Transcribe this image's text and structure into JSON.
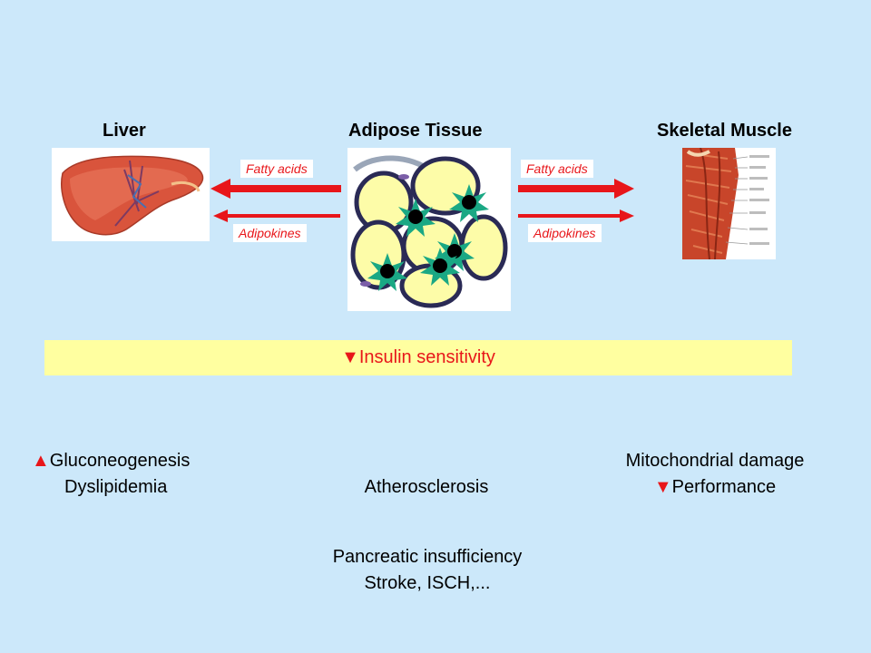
{
  "headings": {
    "liver": "Liver",
    "adipose": "Adipose Tissue",
    "muscle": "Skeletal Muscle"
  },
  "arrows": {
    "left_top": "Fatty acids",
    "left_bottom": "Adipokines",
    "right_top": "Fatty acids",
    "right_bottom": "Adipokines"
  },
  "banner": {
    "marker": "▼",
    "text": "Insulin sensitivity"
  },
  "outcomes": {
    "liver": {
      "line1_marker": "▲",
      "line1": "Gluconeogenesis",
      "line2": "Dyslipidemia"
    },
    "center": {
      "line1": "Atherosclerosis"
    },
    "muscle": {
      "line1": "Mitochondrial damage",
      "line2_marker": "▼",
      "line2": "Performance"
    },
    "systemic": {
      "line1": "Pancreatic insufficiency",
      "line2": "Stroke, ISCH,..."
    }
  },
  "colors": {
    "background": "#cce8fa",
    "accent_red": "#e8161a",
    "banner": "#ffffa0",
    "cell_yellow": "#fdfca8",
    "macrophage_green": "#1aa884"
  }
}
